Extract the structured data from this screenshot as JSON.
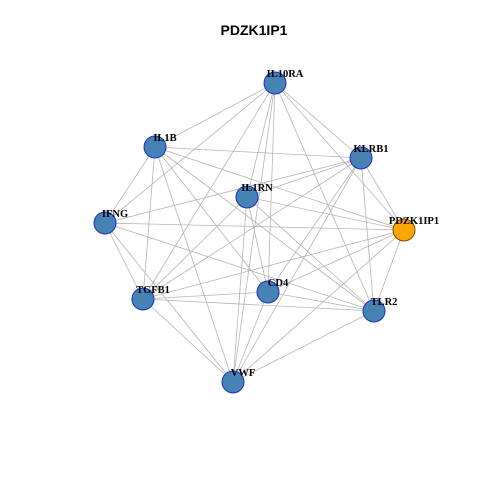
{
  "title": "PDZK1IP1",
  "colors": {
    "node_default": "#4682b4",
    "node_highlight": "#ffa500",
    "node_border": "#1c2fc8",
    "node_highlight_border": "#7a4a00",
    "edge": "#b4b4b4"
  },
  "network": {
    "nodes": [
      {
        "id": "IL10RA",
        "label": "IL10RA",
        "highlight": false
      },
      {
        "id": "IL1B",
        "label": "IL1B",
        "highlight": false
      },
      {
        "id": "KLRB1",
        "label": "KLRB1",
        "highlight": false
      },
      {
        "id": "IL1RN",
        "label": "IL1RN",
        "highlight": false
      },
      {
        "id": "IFNG",
        "label": "IFNG",
        "highlight": false
      },
      {
        "id": "PDZK1IP1",
        "label": "PDZK1IP1",
        "highlight": true
      },
      {
        "id": "TGFB1",
        "label": "TGFB1",
        "highlight": false
      },
      {
        "id": "CD4",
        "label": "CD4",
        "highlight": false
      },
      {
        "id": "TLR2",
        "label": "TLR2",
        "highlight": false
      },
      {
        "id": "VWF",
        "label": "VWF",
        "highlight": false
      }
    ],
    "edges": [
      [
        "IL10RA",
        "IL1B"
      ],
      [
        "IL10RA",
        "IFNG"
      ],
      [
        "IL10RA",
        "TGFB1"
      ],
      [
        "IL10RA",
        "IL1RN"
      ],
      [
        "IL10RA",
        "CD4"
      ],
      [
        "IL10RA",
        "TLR2"
      ],
      [
        "IL10RA",
        "VWF"
      ],
      [
        "IL10RA",
        "PDZK1IP1"
      ],
      [
        "IL10RA",
        "KLRB1"
      ],
      [
        "IL1B",
        "KLRB1"
      ],
      [
        "IL1B",
        "IFNG"
      ],
      [
        "IL1B",
        "TGFB1"
      ],
      [
        "IL1B",
        "CD4"
      ],
      [
        "IL1B",
        "TLR2"
      ],
      [
        "IL1B",
        "VWF"
      ],
      [
        "IL1B",
        "PDZK1IP1"
      ],
      [
        "KLRB1",
        "IL1RN"
      ],
      [
        "KLRB1",
        "IFNG"
      ],
      [
        "KLRB1",
        "TGFB1"
      ],
      [
        "KLRB1",
        "CD4"
      ],
      [
        "KLRB1",
        "TLR2"
      ],
      [
        "KLRB1",
        "VWF"
      ],
      [
        "KLRB1",
        "PDZK1IP1"
      ],
      [
        "IL1RN",
        "TGFB1"
      ],
      [
        "IL1RN",
        "CD4"
      ],
      [
        "IL1RN",
        "TLR2"
      ],
      [
        "IL1RN",
        "VWF"
      ],
      [
        "IL1RN",
        "PDZK1IP1"
      ],
      [
        "IFNG",
        "PDZK1IP1"
      ],
      [
        "IFNG",
        "TGFB1"
      ],
      [
        "IFNG",
        "VWF"
      ],
      [
        "IFNG",
        "TLR2"
      ],
      [
        "TGFB1",
        "PDZK1IP1"
      ],
      [
        "TGFB1",
        "TLR2"
      ],
      [
        "TGFB1",
        "VWF"
      ],
      [
        "TGFB1",
        "CD4"
      ],
      [
        "CD4",
        "TLR2"
      ],
      [
        "CD4",
        "VWF"
      ],
      [
        "CD4",
        "PDZK1IP1"
      ],
      [
        "TLR2",
        "VWF"
      ],
      [
        "TLR2",
        "PDZK1IP1"
      ],
      [
        "VWF",
        "PDZK1IP1"
      ]
    ]
  }
}
